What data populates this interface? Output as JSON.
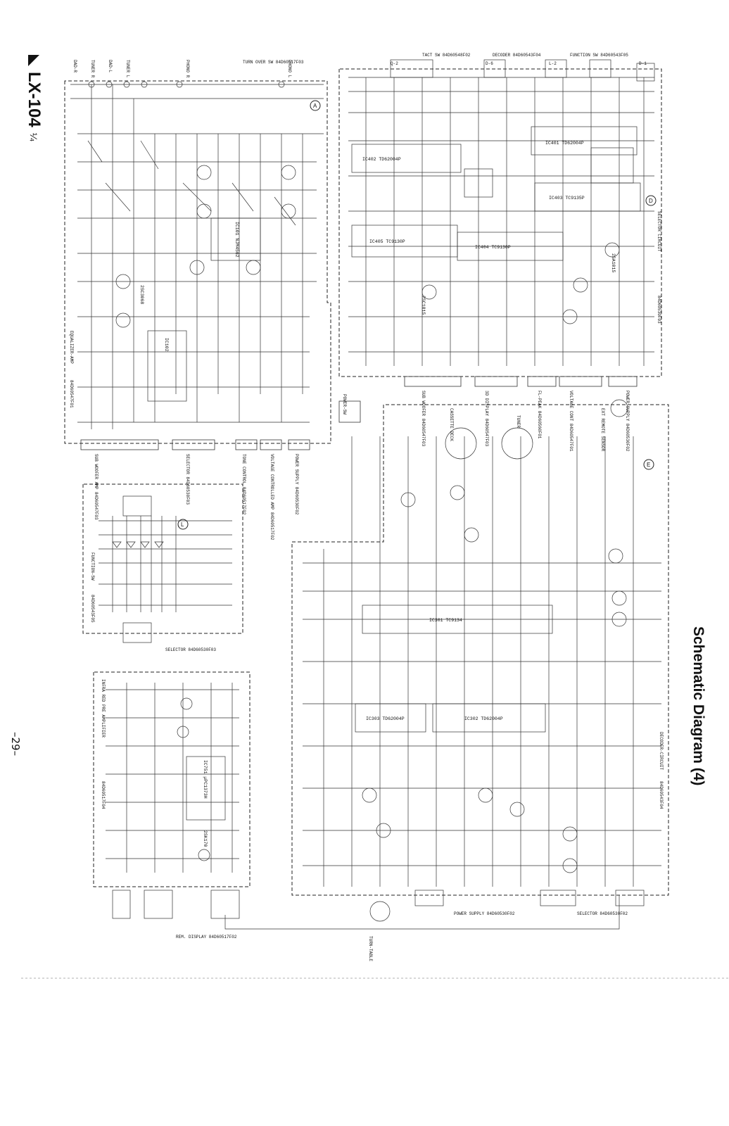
{
  "header": {
    "model": "LX-104",
    "model_suffix": "¼",
    "title": "Schematic Diagram (4)",
    "page_number": "–29–"
  },
  "blocks": {
    "A": {
      "id": "A",
      "name": "EQUALIZER-AMP",
      "part_no": "84D60547F01"
    },
    "D": {
      "id": "D",
      "name": "SELECTOR CIRCUIT",
      "part_no": "84D60530F03"
    },
    "E": {
      "id": "E",
      "name": "DECODER-CIRCUIT",
      "part_no": "84D60543F04"
    },
    "L": {
      "id": "L",
      "name": "FUNCTION-SW",
      "part_no": "84D60543F05"
    },
    "IR": {
      "name": "INFRA RED PRE AMPLIFIER",
      "part_no": "84D60517F04"
    }
  },
  "inputs": [
    "DAD-R",
    "TUNER R",
    "DAD-L",
    "TUNER L",
    "PHONO R",
    "PHONO L"
  ],
  "switches": {
    "turn_over": "TURN OVER SW 84D60517F03",
    "tact": "TACT SW 84D60548F02",
    "function": "FUNCTION SW 84D60543F05",
    "decoder": "DECODER 84D60543F04",
    "power_sw": "POWER-SW"
  },
  "ics": [
    "IC101 NJM4562",
    "IC102",
    "IC401 TD62004P",
    "IC402 TD62004P",
    "IC403 TC9135P",
    "IC404 TC9130P",
    "IC405 TC9130P",
    "IC301 TC9134",
    "IC302 TD62004P",
    "IC303 TD62004P",
    "IC751 µPC1373H"
  ],
  "connectors": {
    "top_right": [
      "Q-2",
      "D-6",
      "L-2",
      "D-1"
    ],
    "middle": [
      "SUB WOOFER 84D60547F03",
      "3D DISPLAY 84D60547F03",
      "FL-PEAK 84D60560F01",
      "VOLTAGE CONT 84D60547F01",
      "POWER SUPPLY 84D60530F02"
    ],
    "left_bottom": [
      "SUB WOOFER AMP 84D60547F03",
      "SELECTOR 84D60530F03",
      "TONE CONTROL 84D60517F02",
      "VOLTAGE CONTROLLED AMP 84D60517F02",
      "POWER SUPPLY 84D60530F02"
    ],
    "bottom": [
      "REM. DISPLAY 84D60517F02",
      "POWER SUPPLY 84D60530F02",
      "SELECTOR 84D60530F02",
      "SELECTOR 84D60530F03"
    ]
  },
  "devices": [
    "TURN-TABLE",
    "CASSETTE DECK",
    "TUNER",
    "EXT REMOTE SENSOR"
  ],
  "transistors": [
    "2SC1815",
    "2SA1015",
    "2SC3068",
    "2SK170"
  ]
}
